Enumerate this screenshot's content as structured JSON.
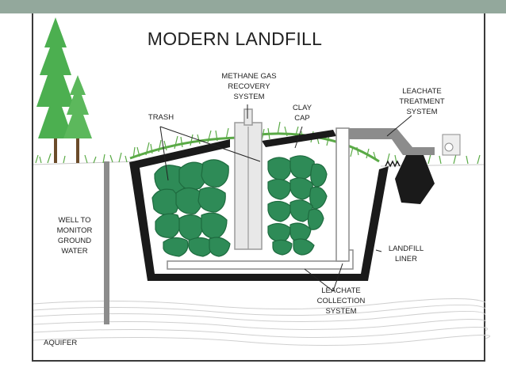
{
  "title": "MODERN LANDFILL",
  "labels": {
    "methane": [
      "METHANE GAS",
      "RECOVERY",
      "SYSTEM"
    ],
    "clay": [
      "CLAY",
      "CAP"
    ],
    "trash": "TRASH",
    "leachate_treatment": [
      "LEACHATE",
      "TREATMENT",
      "SYSTEM"
    ],
    "well": [
      "WELL TO",
      "MONITOR",
      "GROUND",
      "WATER"
    ],
    "liner": [
      "LANDFILL",
      "LINER"
    ],
    "leachate_collection": [
      "LEACHATE",
      "COLLECTION",
      "SYSTEM"
    ],
    "aquifer": "AQUIFER"
  },
  "colors": {
    "header_bar": "#93a89c",
    "trash_green": "#2e8b57",
    "grass": "#5aaa46",
    "liner": "#1a1a1a",
    "pipe_gray": "#8c8c8c"
  }
}
